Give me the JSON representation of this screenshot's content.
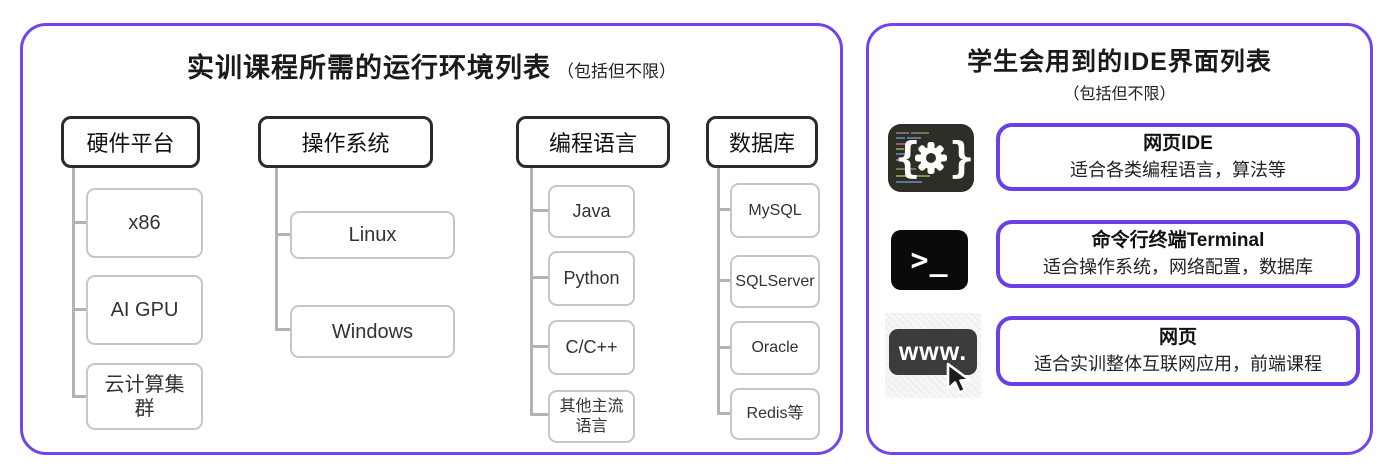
{
  "colors": {
    "panel_border": "#7344ec",
    "ide_box_border": "#6b3fe6",
    "category_border": "#2b2b2b",
    "leaf_border": "#c6c6c6",
    "connector": "#b3b3b3",
    "terminal_icon_bg": "#0a0a0a",
    "webide_icon_bg": "#2e2e27",
    "www_pill_bg": "#3b3b39"
  },
  "left_panel": {
    "title": "实训课程所需的运行环境列表",
    "title_note": "（包括但不限）",
    "columns": [
      {
        "title": "硬件平台",
        "items": [
          "x86",
          "AI GPU",
          "云计算集群"
        ]
      },
      {
        "title": "操作系统",
        "items": [
          "Linux",
          "Windows"
        ]
      },
      {
        "title": "编程语言",
        "items": [
          "Java",
          "Python",
          "C/C++",
          "其他主流语言"
        ]
      },
      {
        "title": "数据库",
        "items": [
          "MySQL",
          "SQLServer",
          "Oracle",
          "Redis等"
        ]
      }
    ]
  },
  "right_panel": {
    "title": "学生会用到的IDE界面列表",
    "title_note": "（包括但不限）",
    "items": [
      {
        "icon": "web-ide-icon",
        "name": "网页IDE",
        "desc": "适合各类编程语言，算法等"
      },
      {
        "icon": "terminal-icon",
        "name": "命令行终端Terminal",
        "desc": "适合操作系统，网络配置，数据库"
      },
      {
        "icon": "www-icon",
        "name": "网页",
        "desc": "适合实训整体互联网应用，前端课程"
      }
    ],
    "terminal_glyph": ">_",
    "www_glyph": "www."
  }
}
